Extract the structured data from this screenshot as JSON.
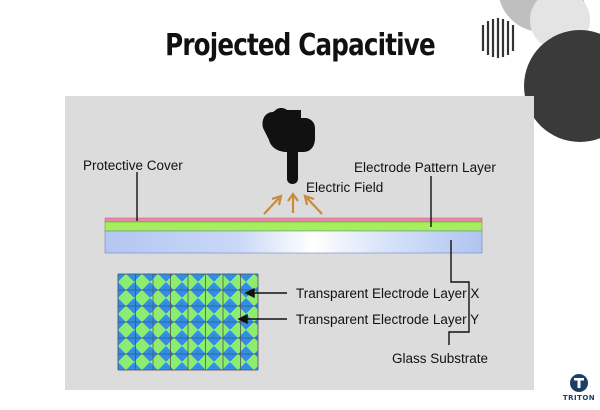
{
  "title": "Projected Capacitive",
  "labels": {
    "protective_cover": "Protective Cover",
    "electrode_pattern": "Electrode Pattern Layer",
    "electric_field": "Electric Field",
    "layer_x": "Transparent Electrode Layer X",
    "layer_y": "Transparent Electrode Layer Y",
    "glass": "Glass Substrate"
  },
  "brand": {
    "name": "TRITON"
  },
  "colors": {
    "panel": "#dcdcdc",
    "cover": "#e28aa6",
    "electrode": "#a6ee5e",
    "glass": "#b8cdf5",
    "diamond_x": "#2f8ee8",
    "diamond_y": "#8ded6e",
    "arrow": "#c98a3c",
    "brand": "#1d3f66"
  },
  "icons": {
    "finger": "pointing-hand-icon",
    "logo": "triton-logo-icon"
  }
}
